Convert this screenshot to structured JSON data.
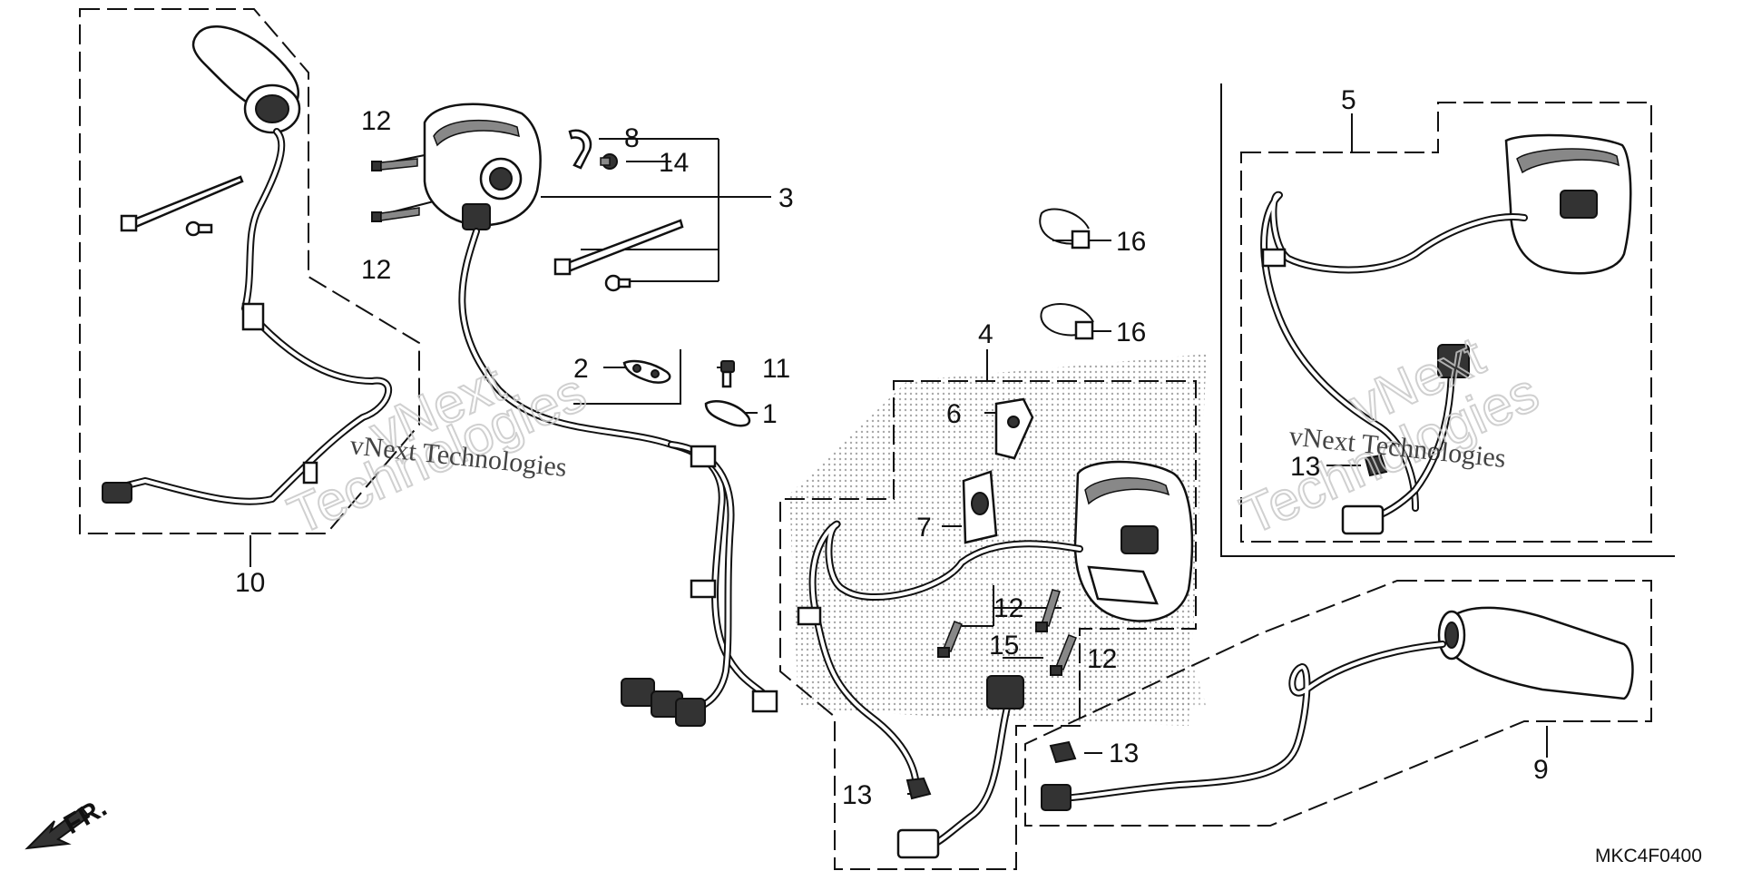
{
  "diagram": {
    "callouts": {
      "c1": "1",
      "c2": "2",
      "c3": "3",
      "c4": "4",
      "c5": "5",
      "c6": "6",
      "c7": "7",
      "c8": "8",
      "c9": "9",
      "c10": "10",
      "c11": "11",
      "c12a": "12",
      "c12b": "12",
      "c12c": "12",
      "c12d": "12",
      "c13a": "13",
      "c13b": "13",
      "c13c": "13",
      "c14": "14",
      "c15": "15",
      "c16a": "16",
      "c16b": "16"
    },
    "direction_label": "FR.",
    "diagram_code": "MKC4F0400",
    "watermark": {
      "line1": "vNext Technologies",
      "line2a": "vNext",
      "line2b": "Technologies"
    }
  }
}
